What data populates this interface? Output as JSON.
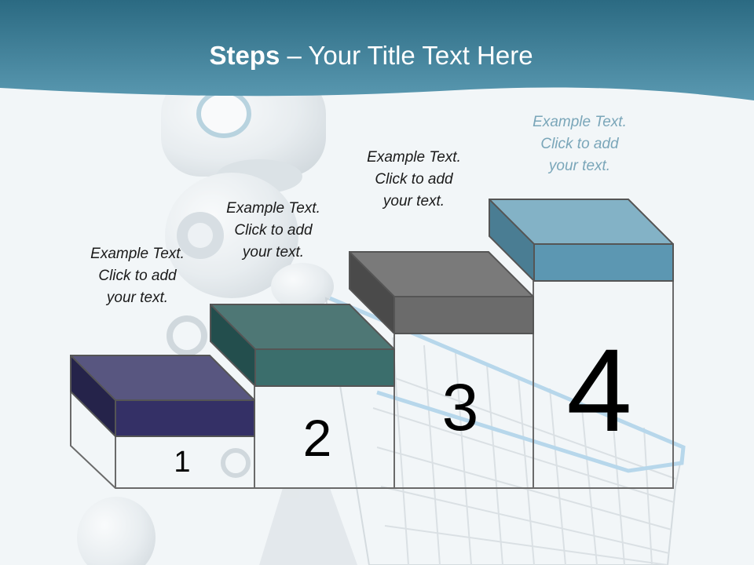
{
  "title": {
    "bold": "Steps",
    "rest": " – Your Title Text Here"
  },
  "steps": [
    {
      "number": "1",
      "caption": [
        "Example Text.",
        "Click  to add",
        "your text."
      ],
      "color": "#343066"
    },
    {
      "number": "2",
      "caption": [
        "Example Text.",
        "Click  to add",
        "your text."
      ],
      "color": "#3b6e6c"
    },
    {
      "number": "3",
      "caption": [
        "Example Text.",
        "Click  to add",
        "your text."
      ],
      "color": "#6b6b6b"
    },
    {
      "number": "4",
      "caption": [
        "Example Text.",
        "Click  to add",
        "your text."
      ],
      "color": "#5c97b2"
    }
  ],
  "colors": {
    "header": "#3b7d95",
    "background": "#f2f6f8"
  },
  "background_image": "robot-with-shopping-cart"
}
